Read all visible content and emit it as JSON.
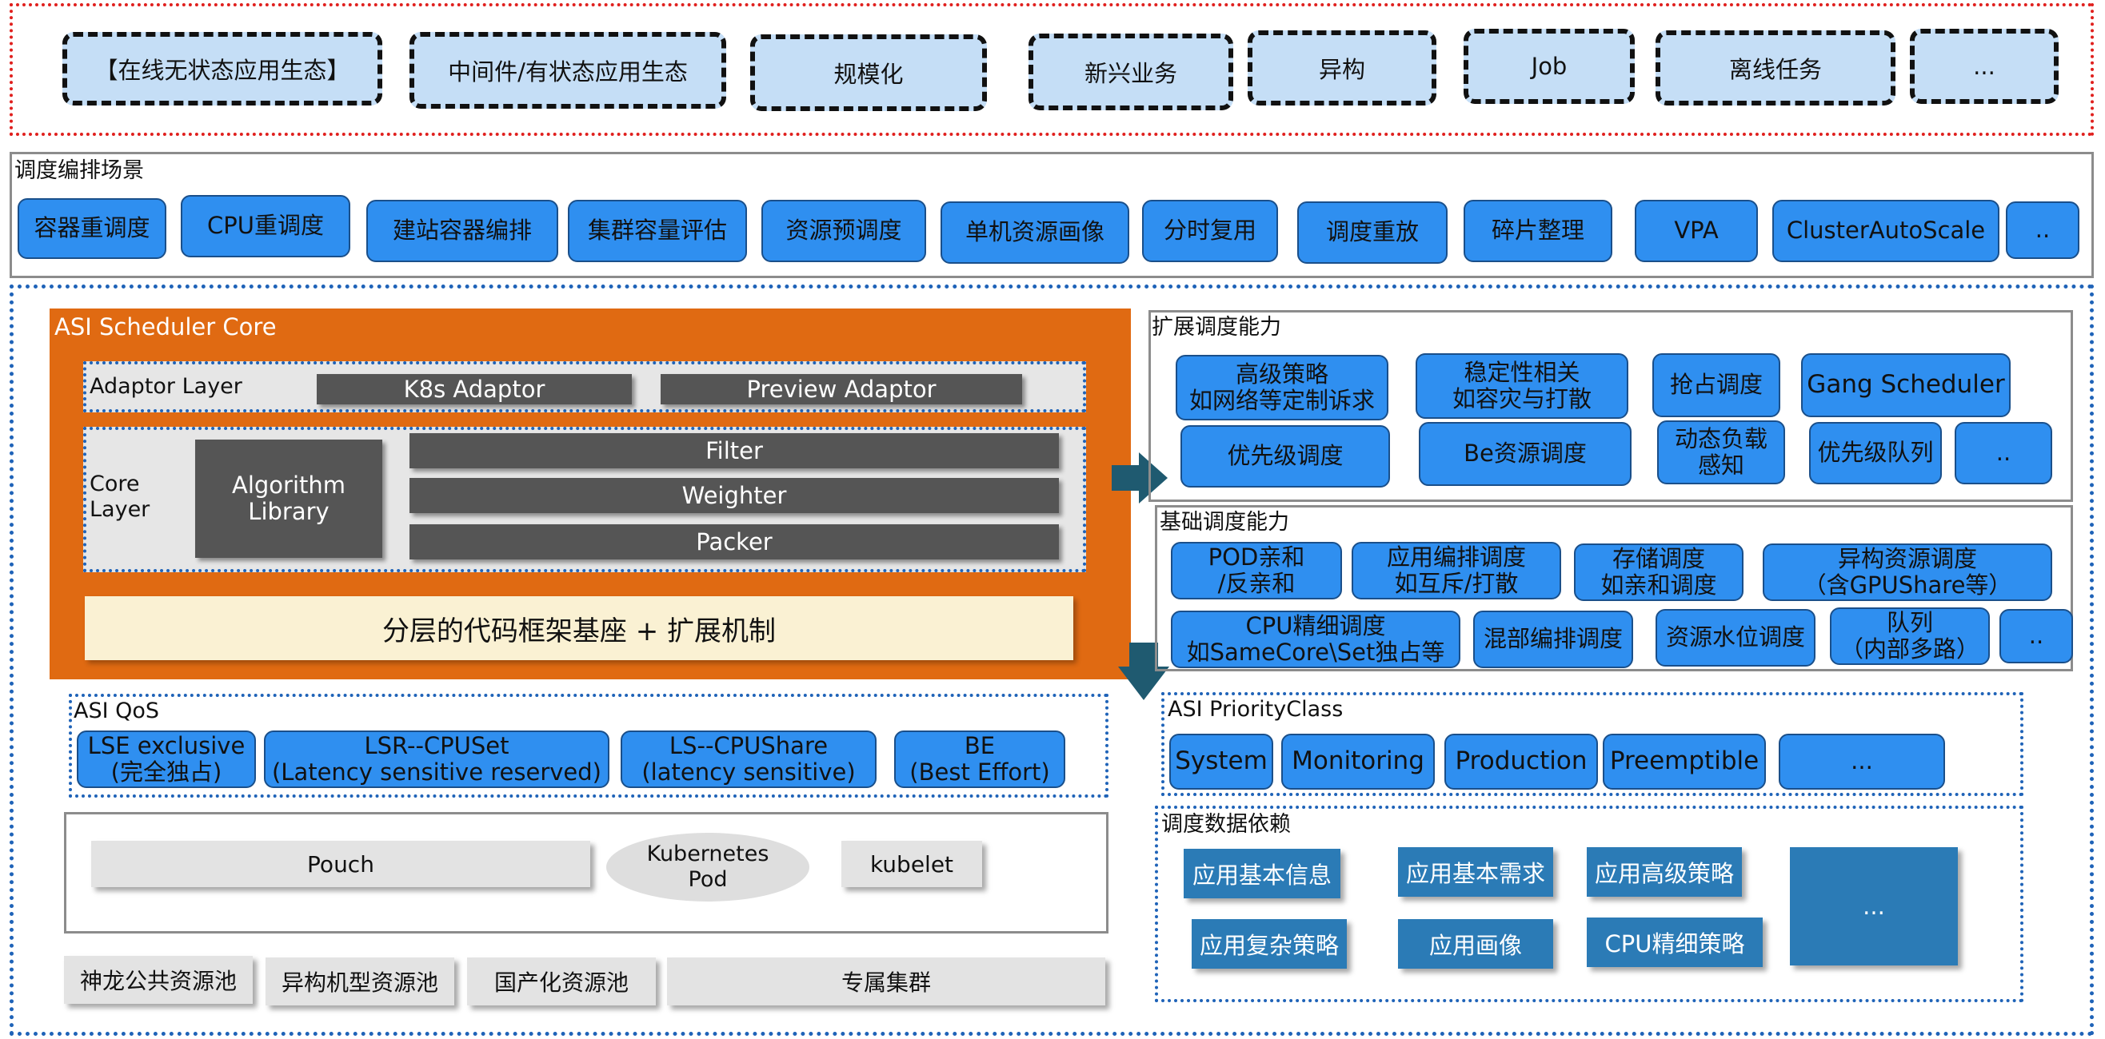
{
  "ecosystems": [
    "【在线无状态应用生态】",
    "中间件/有状态应用生态",
    "规模化",
    "新兴业务",
    "异构",
    "Job",
    "离线任务",
    "..."
  ],
  "scenarios": {
    "title": "调度编排场景",
    "items": [
      "容器重调度",
      "CPU重调度",
      "建站容器编排",
      "集群容量评估",
      "资源预调度",
      "单机资源画像",
      "分时复用",
      "调度重放",
      "碎片整理",
      "VPA",
      "ClusterAutoScale",
      ".."
    ]
  },
  "core": {
    "title": "ASI Scheduler Core",
    "adaptor_layer": "Adaptor Layer",
    "k8s_adaptor": "K8s Adaptor",
    "preview_adaptor": "Preview Adaptor",
    "core_layer": "Core\nLayer",
    "algorithm_library": "Algorithm\nLibrary",
    "filter": "Filter",
    "weighter": "Weighter",
    "packer": "Packer",
    "framework": "分层的代码框架基座 + 扩展机制"
  },
  "extended": {
    "title": "扩展调度能力",
    "items": [
      "高级策略\n如网络等定制诉求",
      "稳定性相关\n如容灾与打散",
      "抢占调度",
      "Gang Scheduler",
      "优先级调度",
      "Be资源调度",
      "动态负载\n感知",
      "优先级队列",
      ".."
    ]
  },
  "basic": {
    "title": "基础调度能力",
    "items": [
      "POD亲和\n/反亲和",
      "应用编排调度\n如互斥/打散",
      "存储调度\n如亲和调度",
      "异构资源调度\n（含GPUShare等）",
      "CPU精细调度\n如SameCore\\Set独占等",
      "混部编排调度",
      "资源水位调度",
      "队列\n（内部多路）",
      ".."
    ]
  },
  "qos": {
    "title": "ASI QoS",
    "items": [
      "LSE exclusive\n(完全独占)",
      "LSR--CPUSet\n(Latency sensitive reserved)",
      "LS--CPUShare\n(latency sensitive)",
      "BE\n(Best Effort)"
    ]
  },
  "priority": {
    "title": "ASI PriorityClass",
    "items": [
      "System",
      "Monitoring",
      "Production",
      "Preemptible",
      "..."
    ]
  },
  "node": {
    "pouch": "Pouch",
    "kubernetes_pod": "Kubernetes\nPod",
    "kubelet": "kubelet"
  },
  "pools": [
    "神龙公共资源池",
    "异构机型资源池",
    "国产化资源池",
    "专属集群"
  ],
  "deps": {
    "title": "调度数据依赖",
    "items": [
      "应用基本信息",
      "应用基本需求",
      "应用高级策略",
      "...",
      "应用复杂策略",
      "应用画像",
      "CPU精细策略"
    ]
  },
  "colors": {
    "core_orange": "#e06a12",
    "button_blue": "#2f8ff0",
    "pale_blue": "#c5def6",
    "teal_arrow": "#1f5a70",
    "dark_gray": "#555555",
    "dep_blue": "#2b7bb6"
  }
}
